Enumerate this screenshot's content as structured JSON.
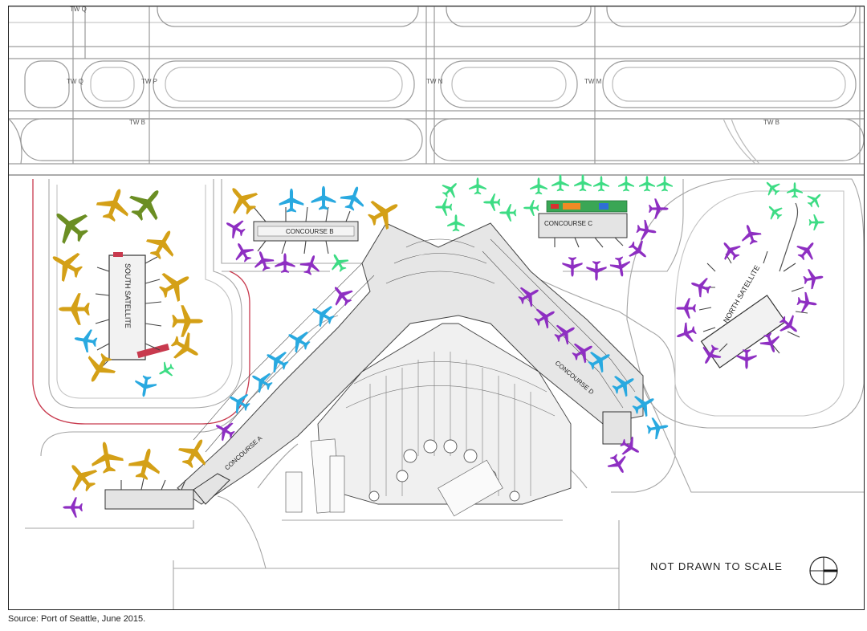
{
  "taxiways": {
    "q": "TW Q",
    "q2": "TW Q",
    "p": "TW P",
    "b1": "TW B",
    "b2": "TW B",
    "n": "TW N",
    "m": "TW M"
  },
  "areas": {
    "south_satellite": "SOUTH SATELLITE",
    "north_satellite": "NORTH SATELLITE",
    "concourse_a": "CONCOURSE A",
    "concourse_b": "CONCOURSE B",
    "concourse_c": "CONCOURSE C",
    "concourse_d": "CONCOURSE D"
  },
  "note": "NOT DRAWN TO SCALE",
  "source": "Source:  Port of Seattle, June 2015.",
  "colors": {
    "gold": "#d4a017",
    "olive": "#6b8e23",
    "blue": "#29a9e0",
    "purple": "#8e2fc2",
    "green": "#3ddc84",
    "road": "#8f8f8f",
    "red_road": "#c83a4e"
  },
  "gate_colors_legend_icons": [
    "airplane-icon-gold",
    "airplane-icon-olive",
    "airplane-icon-blue",
    "airplane-icon-purple",
    "airplane-icon-green"
  ],
  "north_arrow_icon": "north-arrow-icon"
}
